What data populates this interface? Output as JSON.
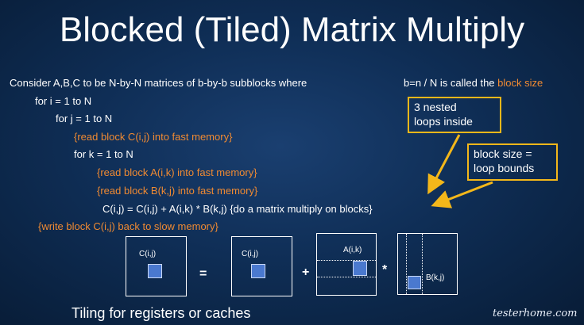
{
  "title": "Blocked (Tiled) Matrix Multiply",
  "code": {
    "consider": "Consider A,B,C to be N-by-N matrices of b-by-b subblocks where",
    "b_def_prefix": "b=n / N is called the ",
    "b_def_highlight": "block size",
    "for_i": "for i = 1 to N",
    "for_j": "for j = 1 to N",
    "read_c": "{read block C(i,j) into fast memory}",
    "for_k": "for k = 1 to N",
    "read_a": "{read block A(i,k) into fast memory}",
    "read_b": "{read block B(k,j) into fast memory}",
    "multiply": "C(i,j) = C(i,j) + A(i,k) * B(k,j) {do a matrix multiply on blocks}",
    "write_c": "{write block C(i,j) back to slow memory}"
  },
  "callouts": {
    "nested": [
      "3 nested",
      "loops inside"
    ],
    "bounds": [
      "block size =",
      "loop bounds"
    ]
  },
  "diagram": {
    "c_label": "C(i,j)",
    "equals": "=",
    "c2_label": "C(i,j)",
    "plus": "+",
    "a_label": "A(i,k)",
    "times": "*",
    "b_label": "B(k,j)"
  },
  "caption": "Tiling for registers or caches",
  "watermark": "testerhome.com",
  "colors": {
    "highlight": "#f08a32",
    "callout_border": "#f3b71a",
    "block_fill": "#4a79cf",
    "background": "#0f2e56"
  }
}
